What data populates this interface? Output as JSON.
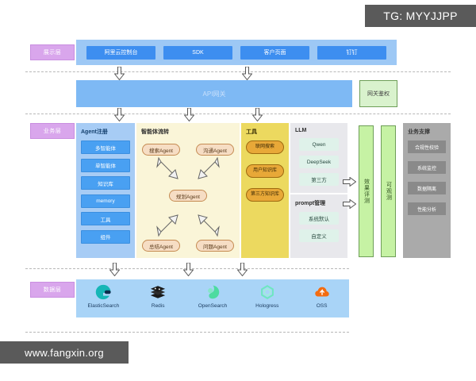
{
  "watermarks": {
    "telegram": "TG: MYYJJPP",
    "site": "www.fangxin.org"
  },
  "layer_tags": {
    "presentation": "展示层",
    "business": "业务层",
    "data": "数据层"
  },
  "presentation": {
    "channels": [
      "阿里云控制台",
      "SDK",
      "客户页面",
      "钉钉"
    ]
  },
  "gateway": {
    "title": "API网关",
    "auth": "网关鉴权"
  },
  "agent_registry": {
    "title": "Agent注册",
    "items": [
      "多智能体",
      "单智能体",
      "知识库",
      "memory",
      "工具",
      "组件"
    ]
  },
  "agent_flow": {
    "title": "智能体流转",
    "nodes": {
      "search": "搜索Agent",
      "communication": "沟通Agent",
      "planning": "规划Agent",
      "summary": "总结Agent",
      "issue": "问题Agent"
    }
  },
  "tools": {
    "title": "工具",
    "items": [
      "联网搜索",
      "用户知识库",
      "第三方知识库"
    ]
  },
  "llm": {
    "title": "LLM",
    "models": [
      "Qwen",
      "DeepSeek",
      "第三方"
    ],
    "prompt_title": "prompt管理",
    "prompt_items": [
      "系统默认",
      "自定义"
    ]
  },
  "evaluation": {
    "effect_eval": "效果评测",
    "observability": "可观测"
  },
  "business_support": {
    "title": "业务支撑",
    "items": [
      "合规性校验",
      "系统监控",
      "数据隔离",
      "性能分析"
    ]
  },
  "data_layer": {
    "stores": [
      {
        "name": "ElasticSearch",
        "icon": "elasticsearch-icon",
        "color": "#16b6b6"
      },
      {
        "name": "Redis",
        "icon": "redis-icon",
        "color": "#1a1a1a"
      },
      {
        "name": "OpenSearch",
        "icon": "opensearch-icon",
        "color": "#4ddba0"
      },
      {
        "name": "Hologress",
        "icon": "hologress-icon",
        "color": "#6ee7c0"
      },
      {
        "name": "OSS",
        "icon": "oss-icon",
        "color": "#f36c11"
      }
    ]
  },
  "colors": {
    "presentation_band": "#9dc8f5",
    "chip_blue": "#3d8ef0",
    "gateway": "#7eb9f4",
    "agent_col": "#a7ccf5",
    "flow_col": "#faf5d8",
    "tools_col": "#ecd95f",
    "llm_col": "#e8e8ec",
    "green_bar": "#c6f2a4",
    "support_col": "#aaaaaa",
    "data_band": "#a9d4f7",
    "layer_tag": "#d9a6ec"
  }
}
